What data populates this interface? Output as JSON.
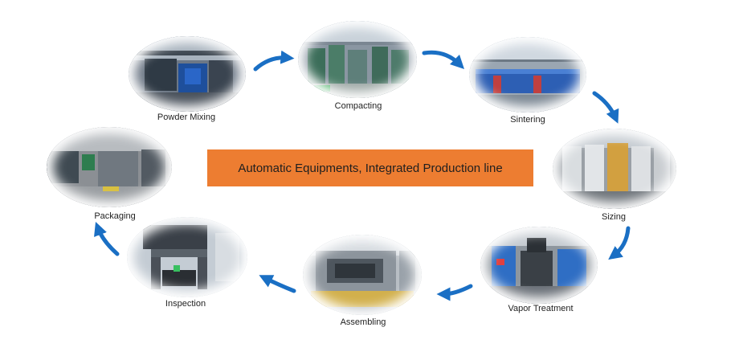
{
  "banner": {
    "text": "Automatic Equipments, Integrated Production line",
    "color": "#ed7d31"
  },
  "steps": [
    {
      "label": "Powder Mixing",
      "image": "powder-mixing-machine-photo"
    },
    {
      "label": "Compacting",
      "image": "compacting-press-line-photo"
    },
    {
      "label": "Sintering",
      "image": "sintering-furnace-photo"
    },
    {
      "label": "Sizing",
      "image": "sizing-press-row-photo"
    },
    {
      "label": "Vapor Treatment",
      "image": "vapor-treatment-furnace-photo"
    },
    {
      "label": "Assembling",
      "image": "assembling-station-photo"
    },
    {
      "label": "Inspection",
      "image": "inspection-instrument-photo"
    },
    {
      "label": "Packaging",
      "image": "packaging-warehouse-photo"
    }
  ],
  "arrow_color": "#1a6fc4",
  "arrow_icon": "curved-arrow-icon"
}
